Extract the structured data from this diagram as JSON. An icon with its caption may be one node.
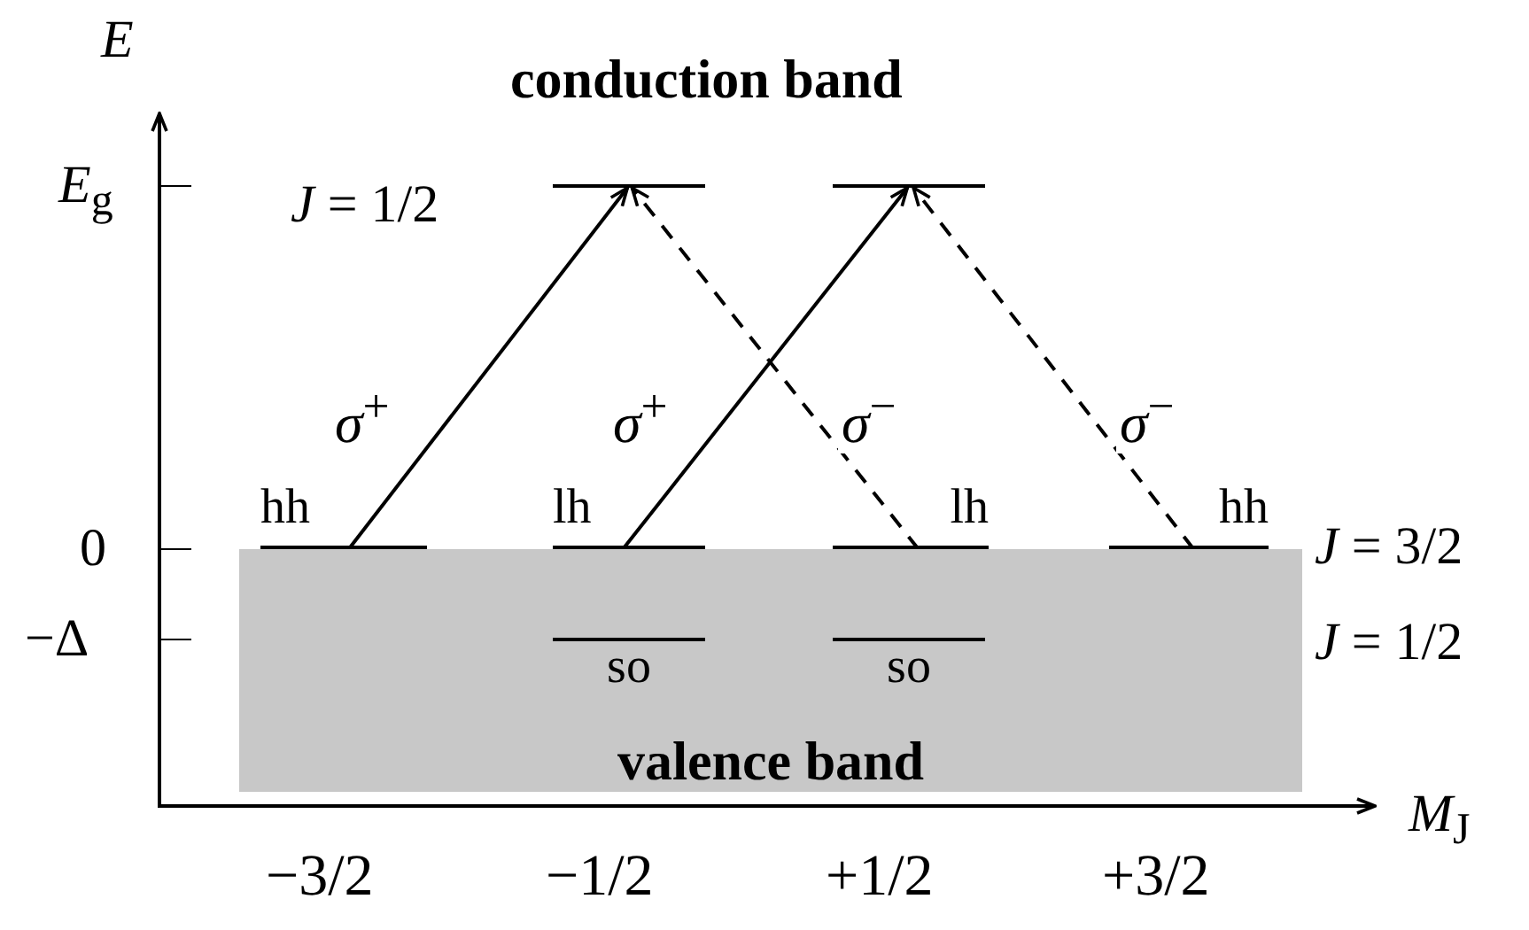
{
  "diagram": {
    "nodes": [
      {
        "text": [],
        "shape": "bar"
      },
      {
        "text": [],
        "shape": "bar"
      },
      {
        "text": [
          "valence band"
        ]
      },
      {
        "text": [
          "hh"
        ]
      },
      {
        "text": [
          "lh"
        ]
      },
      {
        "text": [
          "lh"
        ]
      },
      {
        "text": [
          "hh"
        ]
      },
      {
        "text": [
          "so"
        ],
        "in": 2
      },
      {
        "text": [
          "so"
        ],
        "in": 2
      }
    ],
    "edges": [
      {
        "from": 3,
        "to": 0,
        "arrow": "to",
        "label": "*σ*$^{+}$"
      },
      {
        "from": 4,
        "to": 1,
        "arrow": "to",
        "label": "*σ*$^{+}$"
      },
      {
        "from": 5,
        "to": 0,
        "arrow": "to",
        "label": "*σ*$^{−}$",
        "style": "dashed"
      },
      {
        "from": 6,
        "to": 1,
        "arrow": "to",
        "label": "*σ*$^{−}$",
        "style": "dashed"
      }
    ],
    "labels": [
      "*E*",
      "*E*$_{g}$",
      "0",
      "−Δ",
      "*J* = 1/2",
      "*J* = 3/2",
      "*J* = 1/2",
      "*M*$_{J}$",
      "−3/2",
      "−1/2",
      "+1/2",
      "+3/2",
      "conduction band"
    ]
  }
}
